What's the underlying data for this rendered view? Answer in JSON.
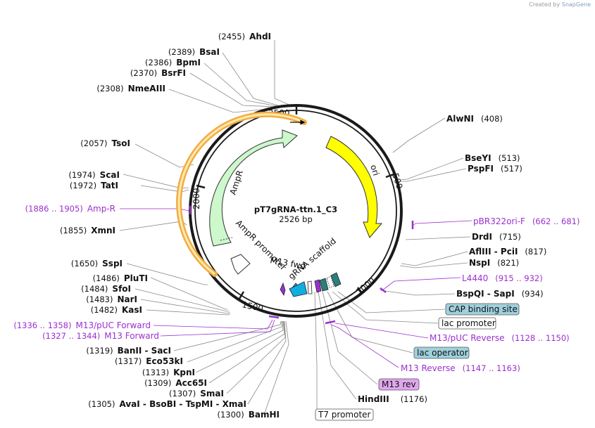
{
  "credit": {
    "prefix": "Created by",
    "brand": "SnapGene"
  },
  "plasmid": {
    "name": "pT7gRNA-ttn.1_C3",
    "size": "2526 bp"
  },
  "ticks": [
    "2500",
    "500",
    "1000",
    "1500",
    "2000"
  ],
  "features": {
    "ori": "ori",
    "ampr": "AmpR",
    "ampr_promoter": "AmpR promoter",
    "m13_fwd": "M13 fwd",
    "grna_scaffold": "gRNA scaffold"
  },
  "sites": [
    {
      "id": "ahdi",
      "pos": "(2455)",
      "name": "AhdI"
    },
    {
      "id": "bsai",
      "pos": "(2389)",
      "name": "BsaI"
    },
    {
      "id": "bpmi",
      "pos": "(2386)",
      "name": "BpmI"
    },
    {
      "id": "bsrfi",
      "pos": "(2370)",
      "name": "BsrFI"
    },
    {
      "id": "nmeaiii",
      "pos": "(2308)",
      "name": "NmeAIII"
    },
    {
      "id": "tsoi",
      "pos": "(2057)",
      "name": "TsoI"
    },
    {
      "id": "scai",
      "pos": "(1974)",
      "name": "ScaI"
    },
    {
      "id": "tati",
      "pos": "(1972)",
      "name": "TatI"
    },
    {
      "id": "xmni",
      "pos": "(1855)",
      "name": "XmnI"
    },
    {
      "id": "sspi",
      "pos": "(1650)",
      "name": "SspI"
    },
    {
      "id": "pluti",
      "pos": "(1486)",
      "name": "PluTI"
    },
    {
      "id": "sfoi",
      "pos": "(1484)",
      "name": "SfoI"
    },
    {
      "id": "nari",
      "pos": "(1483)",
      "name": "NarI"
    },
    {
      "id": "kasi",
      "pos": "(1482)",
      "name": "KasI"
    },
    {
      "id": "banii",
      "pos": "(1319)",
      "name": "BanII",
      "sep": " - ",
      "name2": "SacI"
    },
    {
      "id": "eco53ki",
      "pos": "(1317)",
      "name": "Eco53kI"
    },
    {
      "id": "kpni",
      "pos": "(1313)",
      "name": "KpnI"
    },
    {
      "id": "acc65i",
      "pos": "(1309)",
      "name": "Acc65I"
    },
    {
      "id": "smai",
      "pos": "(1307)",
      "name": "SmaI"
    },
    {
      "id": "avai",
      "pos": "(1305)",
      "name": "AvaI",
      "sep": " - ",
      "name2": "BsoBI",
      "sep2": " - ",
      "name3": "TspMI",
      "sep3": " - ",
      "name4": "XmaI"
    },
    {
      "id": "bamhi",
      "pos": "(1300)",
      "name": "BamHI"
    },
    {
      "id": "alwni",
      "name": "AlwNI",
      "pos": "(408)"
    },
    {
      "id": "bseyi",
      "name": "BseYI",
      "pos": "(513)"
    },
    {
      "id": "pspfi",
      "name": "PspFI",
      "pos": "(517)"
    },
    {
      "id": "drdi",
      "name": "DrdI",
      "pos": "(715)"
    },
    {
      "id": "afliii",
      "name": "AflIII",
      "sep": " - ",
      "name2": "PciI",
      "pos": "(817)"
    },
    {
      "id": "nspi",
      "name": "NspI",
      "pos": "(821)"
    },
    {
      "id": "bspqi",
      "name": "BspQI",
      "sep": " - ",
      "name2": "SapI",
      "pos": "(934)"
    },
    {
      "id": "hindiii",
      "name": "HindIII",
      "pos": "(1176)"
    }
  ],
  "primers": [
    {
      "id": "ampr-primer",
      "range": "(1886 .. 1905)",
      "name": "Amp-R"
    },
    {
      "id": "m13puc-fwd",
      "range": "(1336 .. 1358)",
      "name": "M13/pUC Forward"
    },
    {
      "id": "m13-fwd",
      "range": "(1327 .. 1344)",
      "name": "M13 Forward"
    },
    {
      "id": "pbr322",
      "name": "pBR322ori-F",
      "range": "(662 .. 681)"
    },
    {
      "id": "l4440",
      "name": "L4440",
      "range": "(915 .. 932)"
    },
    {
      "id": "m13puc-rev",
      "name": "M13/pUC Reverse",
      "range": "(1128 .. 1150)"
    },
    {
      "id": "m13-reverse",
      "name": "M13 Reverse",
      "range": "(1147 .. 1163)"
    }
  ],
  "boxes": [
    {
      "id": "cap-binding-site",
      "label": "CAP binding site",
      "fill": "#9fd0dd"
    },
    {
      "id": "lac-promoter",
      "label": "lac promoter",
      "fill": "#ffffff"
    },
    {
      "id": "lac-operator",
      "label": "lac operator",
      "fill": "#9fd0dd"
    },
    {
      "id": "m13-rev",
      "label": "M13 rev",
      "fill": "#dfa7ef"
    },
    {
      "id": "t7-promoter",
      "label": "T7 promoter",
      "fill": "#ffffff"
    }
  ],
  "colors": {
    "backbone": "#1a1a1a",
    "ori": "#ffff00",
    "ampr": "#ccf8cc",
    "ampr_outline": "#f0ad40",
    "primer": "#9b2fd0",
    "grna_cyan": "#11aee0",
    "grna_teal": "#2a7f7f"
  }
}
